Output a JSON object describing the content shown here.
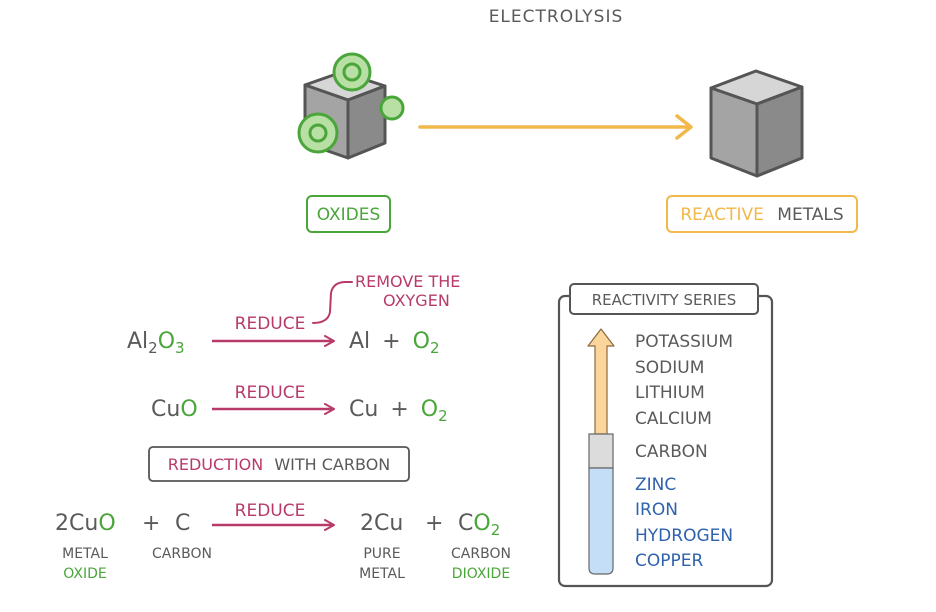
{
  "colors": {
    "text_gray": "#5a5a5a",
    "green": "#4aa53a",
    "pink": "#b83a6b",
    "orange": "#f1b84b",
    "blue": "#2f62ad",
    "box_border": "#555555"
  },
  "electrolysis": {
    "title": "ELECTROLYSIS",
    "left_label": "OXIDES",
    "right_label_highlight": "REACTIVE",
    "right_label_rest": "METALS"
  },
  "equations": {
    "eq1": {
      "reactant_a": "Al",
      "reactant_sub_a": "2",
      "reactant_b": "O",
      "reactant_sub_b": "3",
      "arrow_label": "REDUCE",
      "product_1": "Al",
      "plus": "+",
      "product_2": "O",
      "product_2_sub": "2",
      "note_line1": "REMOVE THE",
      "note_line2": "OXYGEN"
    },
    "eq2": {
      "reactant_a": "Cu",
      "reactant_b": "O",
      "arrow_label": "REDUCE",
      "product_1": "Cu",
      "plus": "+",
      "product_2": "O",
      "product_2_sub": "2"
    },
    "reduction_box": {
      "highlight": "REDUCTION",
      "rest": "WITH CARBON"
    },
    "eq3": {
      "reactant_1a": "2Cu",
      "reactant_1b": "O",
      "plus1": "+",
      "reactant_2": "C",
      "arrow_label": "REDUCE",
      "product_1": "2Cu",
      "plus2": "+",
      "product_2a": "C",
      "product_2b": "O",
      "product_2_sub": "2",
      "caption_metal_1": "METAL",
      "caption_metal_2": "OXIDE",
      "caption_carbon": "CARBON",
      "caption_pure_1": "PURE",
      "caption_pure_2": "METAL",
      "caption_co2_1": "CARBON",
      "caption_co2_2": "DIOXIDE"
    }
  },
  "reactivity_series": {
    "title": "REACTIVITY SERIES",
    "above_carbon": [
      "POTASSIUM",
      "SODIUM",
      "LITHIUM",
      "CALCIUM"
    ],
    "carbon": "CARBON",
    "below_carbon": [
      "ZINC",
      "IRON",
      "HYDROGEN",
      "COPPER"
    ]
  }
}
